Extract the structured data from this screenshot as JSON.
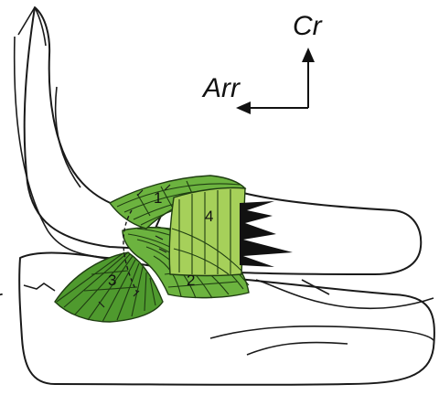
{
  "axes": {
    "cranial_label": "Cr",
    "rostral_label": "Arr"
  },
  "ligaments": {
    "one": "1",
    "two": "2",
    "three": "3",
    "four": "4"
  },
  "colors": {
    "ligament_dark_green": "#4f9a2e",
    "ligament_mid_green": "#6cb33f",
    "ligament_light_green": "#a6d05a",
    "fiber_dark": "#1f3d12",
    "outline": "#1a1a1a"
  },
  "edge_fragment": "r"
}
